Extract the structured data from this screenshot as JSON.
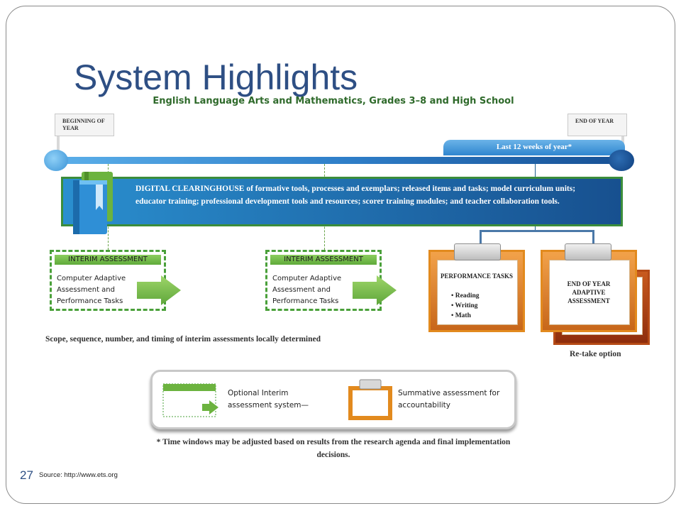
{
  "title": "System Highlights",
  "subtitle": "English Language Arts and Mathematics, Grades 3–8 and High School",
  "timeline": {
    "start_label": "BEGINNING OF YEAR",
    "end_label": "END OF YEAR",
    "window_label": "Last 12 weeks of year*"
  },
  "clearinghouse": {
    "text": "DIGITAL CLEARINGHOUSE of formative tools, processes and exemplars; released items and tasks; model curriculum units; educator training; professional development tools and resources; scorer training modules; and teacher collaboration tools."
  },
  "interim_1": {
    "heading": "INTERIM ASSESSMENT",
    "body": "Computer Adaptive Assessment and Performance Tasks"
  },
  "interim_2": {
    "heading": "INTERIM ASSESSMENT",
    "body": "Computer Adaptive Assessment and Performance Tasks"
  },
  "performance_tasks": {
    "title": "PERFORMANCE TASKS",
    "items": [
      "Reading",
      "Writing",
      "Math"
    ]
  },
  "end_of_year": {
    "title": "END OF YEAR ADAPTIVE ASSESSMENT",
    "retake": "Re-take option"
  },
  "scope_note": "Scope, sequence, number, and timing of interim assessments locally determined",
  "legend": {
    "optional": "Optional Interim assessment  system—",
    "summative": "Summative assessment for accountability"
  },
  "footnote": "* Time windows may be adjusted based on results from the research agenda and final implementation decisions.",
  "page_number": "27",
  "source": "Source:  http://www.ets.org",
  "colors": {
    "title_blue": "#2e4f84",
    "subtitle_green": "#2f6a2b",
    "clearinghouse_blue": "#1f6fb5",
    "interim_green": "#4aa03a",
    "summative_orange": "#e28a1e"
  }
}
